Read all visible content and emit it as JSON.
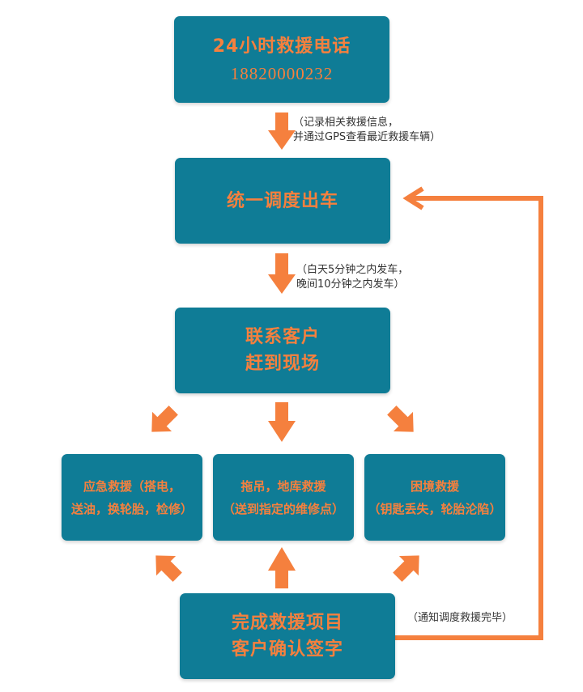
{
  "diagram": {
    "hotline": {
      "title": "24小时救援电话",
      "phone": "18820000232"
    },
    "dispatch": {
      "label": "统一调度出车"
    },
    "contact": {
      "line1": "联系客户",
      "line2": "赶到现场"
    },
    "services": [
      {
        "line1": "应急救援（搭电，",
        "line2": "送油，换轮胎，检修）"
      },
      {
        "line1": "拖吊，地库救援",
        "line2": "（送到指定的维修点）"
      },
      {
        "line1": "困境救援",
        "line2": "（钥匙丢失，轮胎沦陷）"
      }
    ],
    "complete": {
      "line1": "完成救援项目",
      "line2": "客户确认签字"
    },
    "notes": {
      "record_line1": "（记录相关救援信息，",
      "record_line2": "并通过GPS查看最近救援车辆）",
      "time_line1": "（白天5分钟之内发车，",
      "time_line2": "晚间10分钟之内发车）",
      "notify": "（通知调度救援完毕）"
    },
    "colors": {
      "box": "#0f7c96",
      "accent": "#f5803e",
      "note_text": "#333333"
    }
  }
}
